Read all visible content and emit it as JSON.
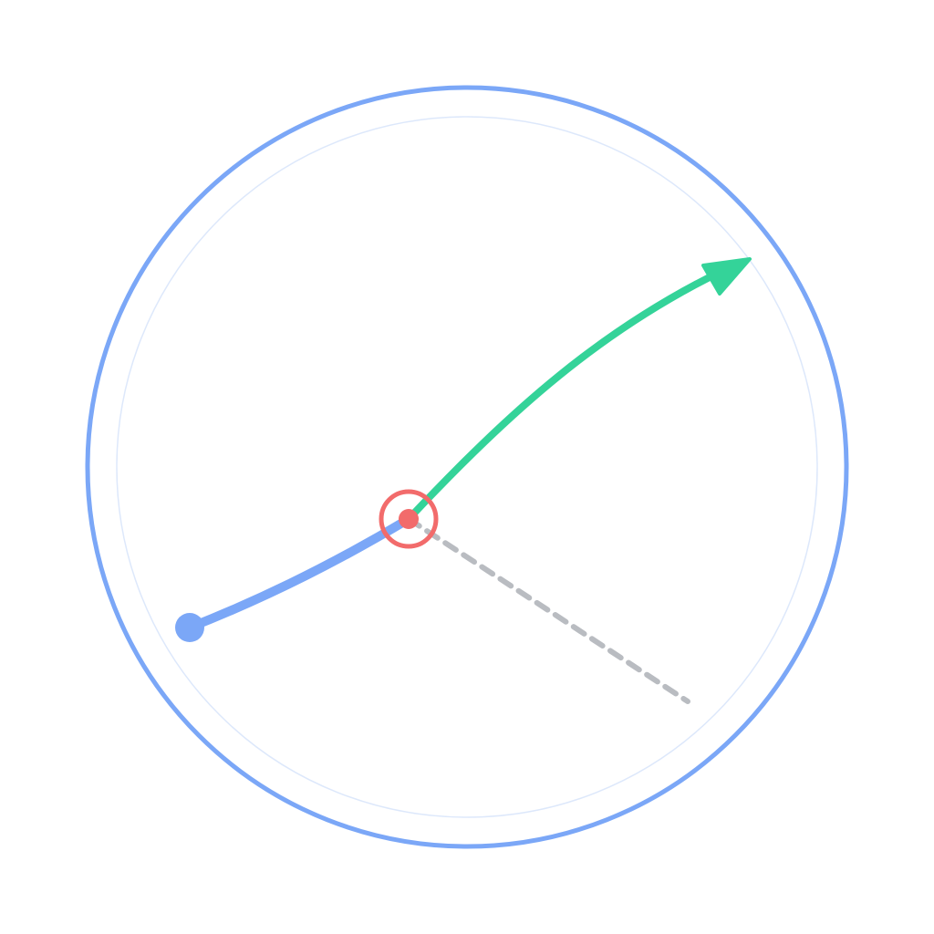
{
  "diagram": {
    "colors": {
      "background": "#ffffff",
      "outer_ring": "#7ba7f7",
      "inner_ring": "#dde8fb",
      "incoming_path": "#7ba7f7",
      "outgoing_path": "#34d399",
      "projected_path": "#b9bcc1",
      "pivot_marker": "#f26b6b"
    },
    "icons": {
      "start_point": "filled-dot",
      "pivot": "target-ring-with-dot",
      "end": "arrowhead"
    },
    "line_styles": {
      "incoming_path": "solid",
      "outgoing_path": "solid",
      "projected_path": "dashed"
    }
  }
}
